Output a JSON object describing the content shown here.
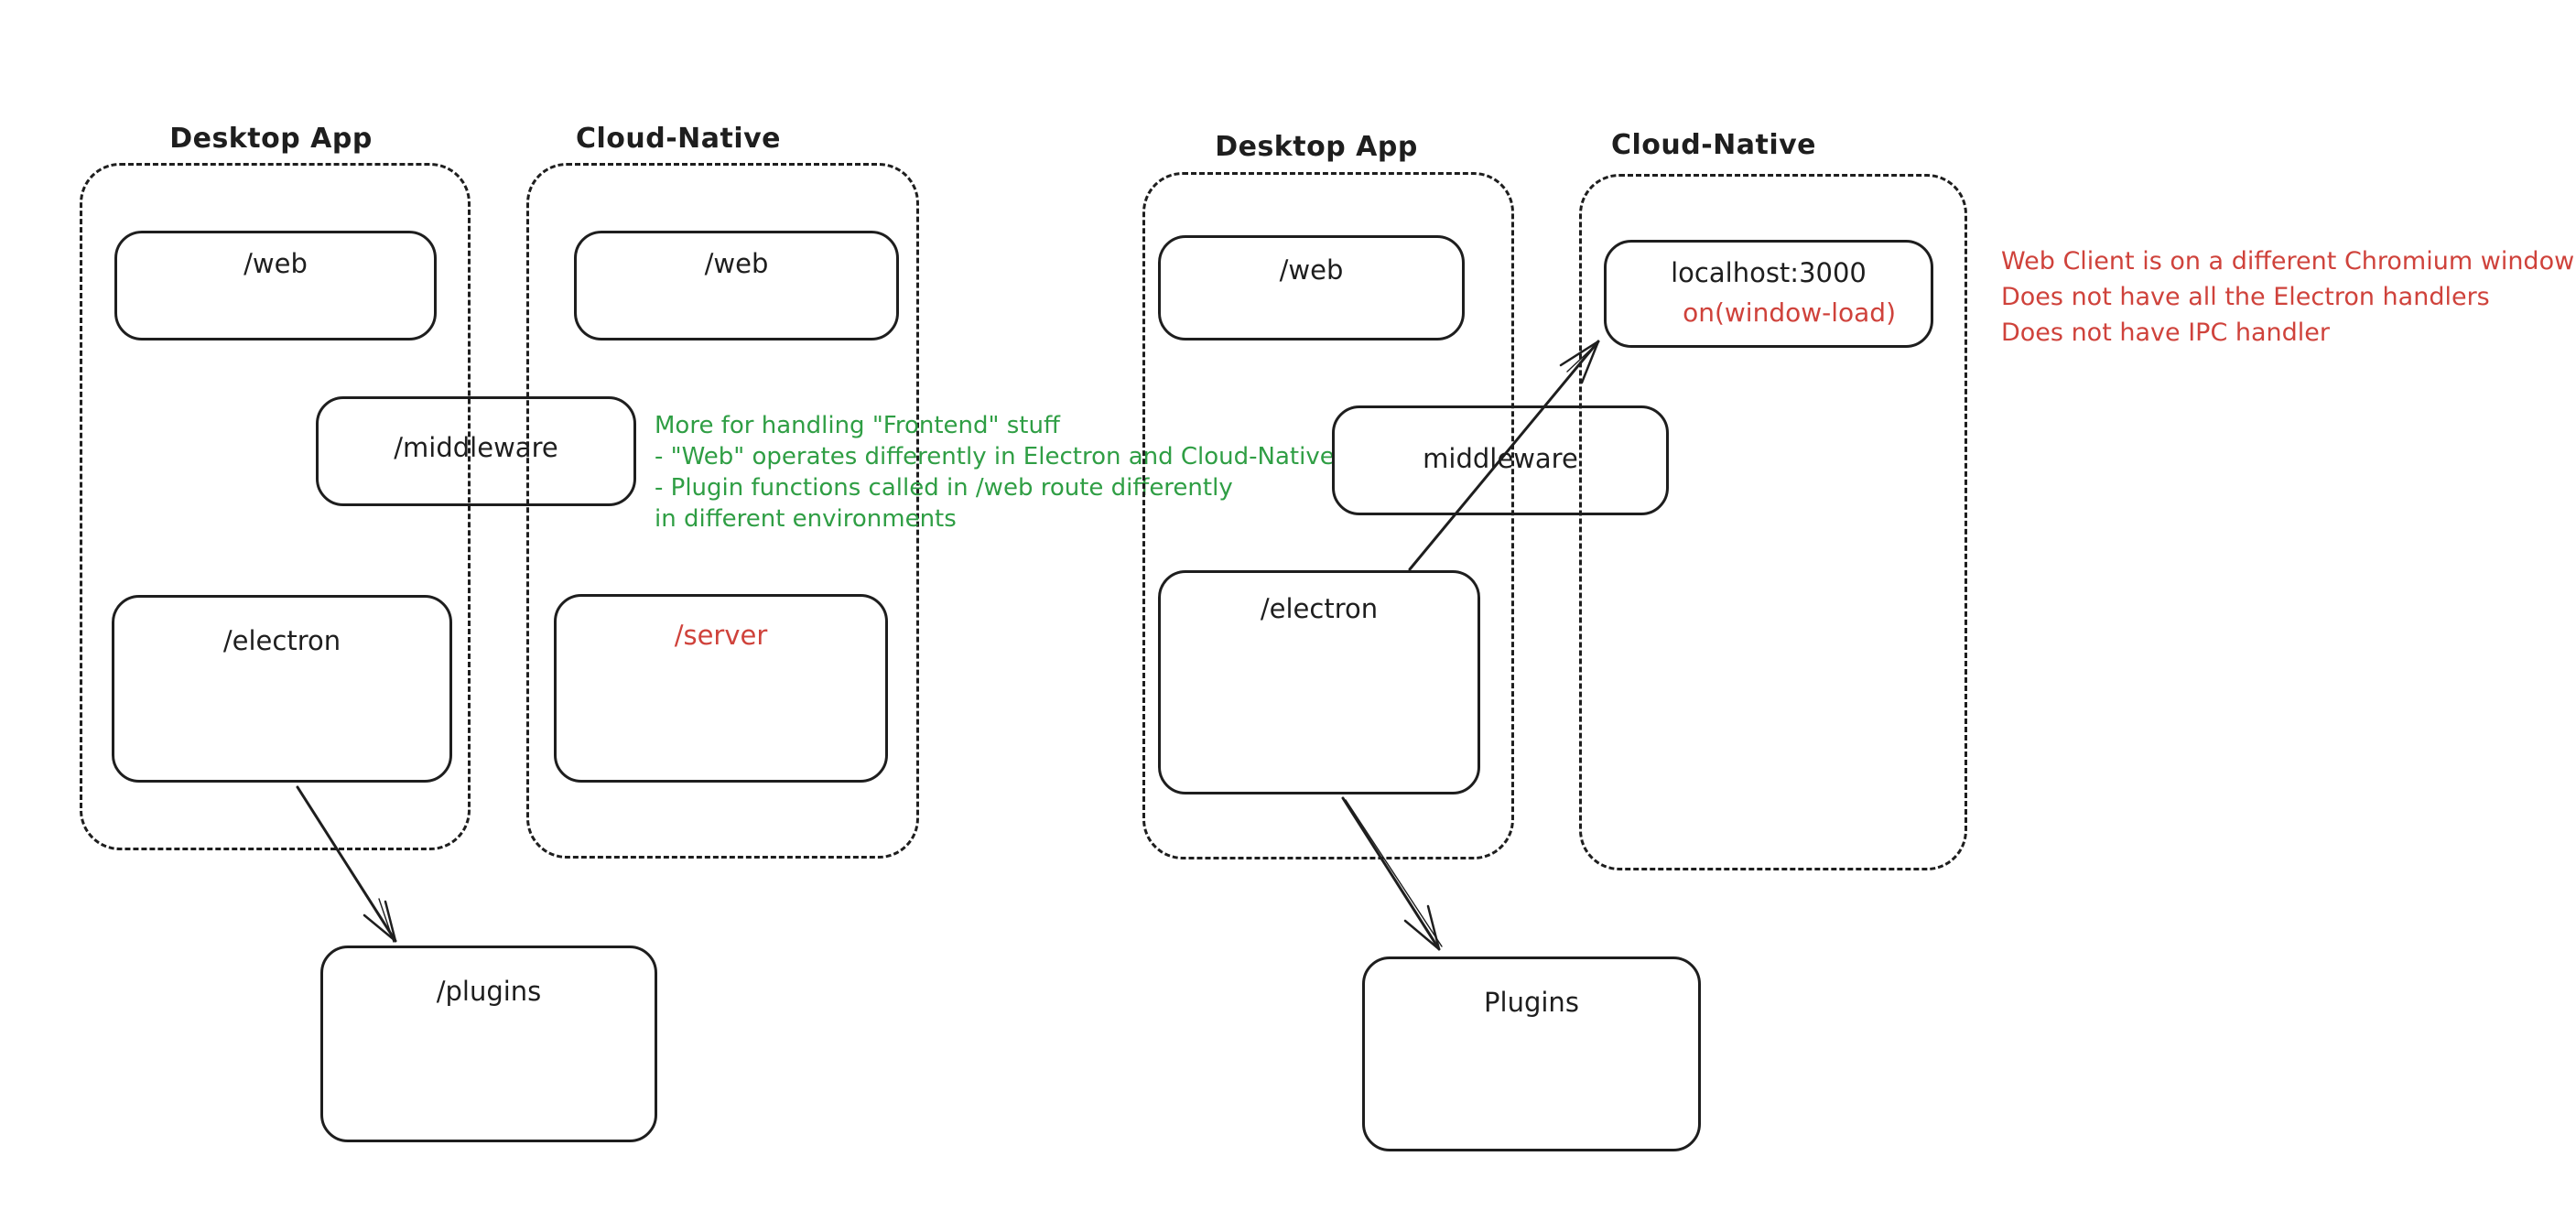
{
  "colors": {
    "stroke": "#1e1e1e",
    "red": "#cf423b",
    "green": "#2f9e44",
    "background": "#ffffff"
  },
  "left": {
    "desktop": {
      "label": "Desktop App",
      "web": "/web",
      "electron": "/electron"
    },
    "cloud": {
      "label": "Cloud-Native",
      "web": "/web",
      "server": "/server"
    },
    "middleware": "/middleware",
    "plugins": "/plugins",
    "note": {
      "lines": [
        "More for handling \"Frontend\" stuff",
        "- \"Web\" operates differently in Electron and Cloud-Native",
        "- Plugin functions called in /web route differently",
        "in different environments"
      ]
    }
  },
  "right": {
    "desktop": {
      "label": "Desktop App",
      "web": "/web",
      "electron": "/electron"
    },
    "cloud": {
      "label": "Cloud-Native",
      "localhost": "localhost:3000",
      "localhost_event": "on(window-load)"
    },
    "middleware": "middleware",
    "plugins": "Plugins",
    "note": {
      "lines": [
        "Web Client is on a different Chromium window",
        "Does not have all the Electron handlers",
        "Does not have IPC handler"
      ]
    }
  }
}
